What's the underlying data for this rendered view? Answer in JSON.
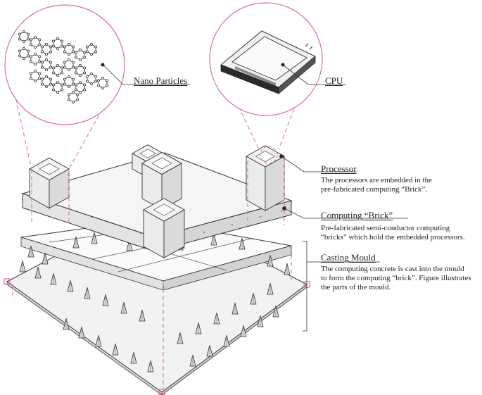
{
  "labels": {
    "nano": {
      "title": "Nano Particles"
    },
    "cpu": {
      "title": "CPU"
    },
    "processor": {
      "title": "Processor",
      "lines": [
        "The processors are embedded in the",
        "pre-fabricated computing “Brick”."
      ]
    },
    "brick": {
      "title": "Computing “Brick”",
      "lines": [
        "Pre-fabricated semi-conductor computing",
        "“bricks” which hold the embedded processors."
      ]
    },
    "mould": {
      "title": "Casting Mould",
      "lines": [
        "The computing concrete is cast into the mould",
        "to form the computing “brick”. Figure illustrates",
        "the parts of the mould."
      ]
    }
  },
  "colors": {
    "accent": "#d9708a",
    "line": "#333333",
    "face_light": "#f4f4f4",
    "face_mid": "#e6e6e6",
    "face_dark": "#d4d4d4"
  }
}
